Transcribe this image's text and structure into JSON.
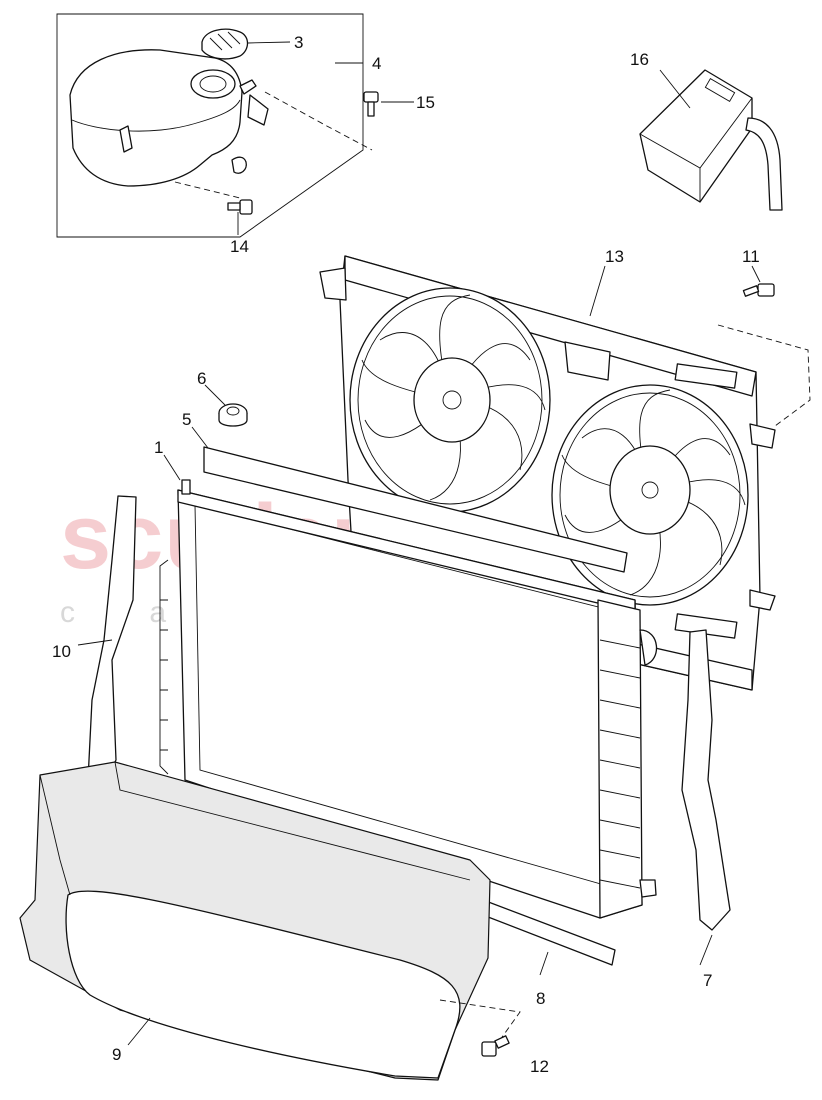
{
  "watermark": {
    "brand": "scuderia",
    "tagline": "c a r  p a r t s"
  },
  "callouts": [
    {
      "id": "1",
      "label": "1"
    },
    {
      "id": "3",
      "label": "3"
    },
    {
      "id": "4",
      "label": "4"
    },
    {
      "id": "5",
      "label": "5"
    },
    {
      "id": "6",
      "label": "6"
    },
    {
      "id": "7",
      "label": "7"
    },
    {
      "id": "8",
      "label": "8"
    },
    {
      "id": "9",
      "label": "9"
    },
    {
      "id": "10",
      "label": "10"
    },
    {
      "id": "11",
      "label": "11"
    },
    {
      "id": "12",
      "label": "12"
    },
    {
      "id": "13",
      "label": "13"
    },
    {
      "id": "14",
      "label": "14"
    },
    {
      "id": "15",
      "label": "15"
    },
    {
      "id": "16",
      "label": "16"
    }
  ]
}
